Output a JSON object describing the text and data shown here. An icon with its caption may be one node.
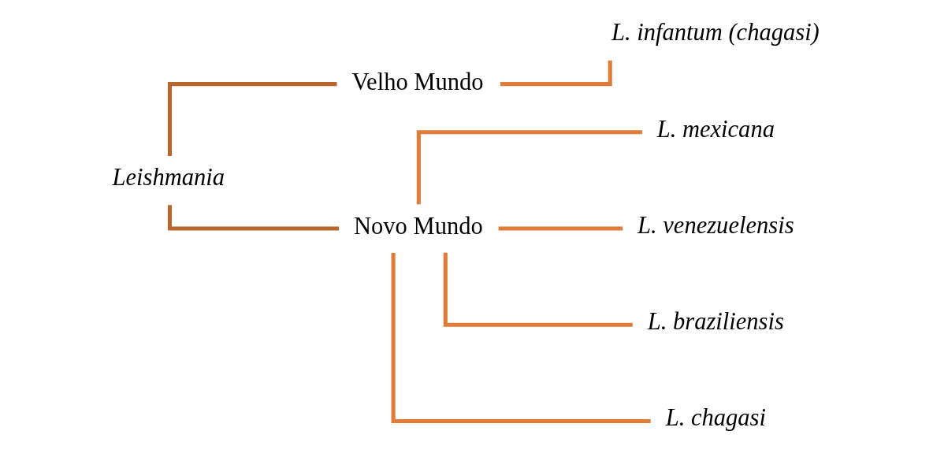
{
  "diagram": {
    "nodes": [
      {
        "text": [
          "Leishmania"
        ]
      },
      {
        "text": [
          "Velho Mundo"
        ]
      },
      {
        "text": [
          "Novo Mundo"
        ]
      },
      {
        "text": [
          "L. infantum (chagasi)"
        ]
      },
      {
        "text": [
          "L. mexicana"
        ]
      },
      {
        "text": [
          "L. venezuelensis"
        ]
      },
      {
        "text": [
          "L. braziliensis"
        ]
      },
      {
        "text": [
          "L. chagasi"
        ]
      }
    ],
    "edges": [
      {
        "from": 0,
        "to": 1,
        "arrow": "none",
        "color": "#b8652e"
      },
      {
        "from": 0,
        "to": 2,
        "arrow": "none",
        "color": "#b8652e"
      },
      {
        "from": 1,
        "to": 3,
        "arrow": "none"
      },
      {
        "from": 2,
        "to": 4,
        "arrow": "none"
      },
      {
        "from": 2,
        "to": 5,
        "arrow": "none"
      },
      {
        "from": 2,
        "to": 6,
        "arrow": "none"
      },
      {
        "from": 2,
        "to": 7,
        "arrow": "none"
      }
    ]
  }
}
